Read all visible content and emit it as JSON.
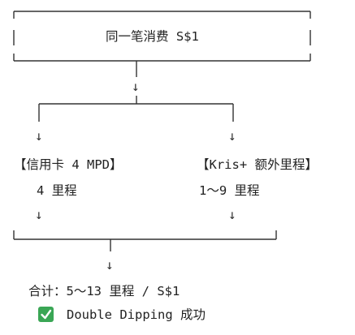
{
  "diagram": {
    "top_box_label": "同一笔消费 S$1",
    "left_title": "【信用卡 4 MPD】",
    "left_value": "4 里程",
    "right_title": "【Kris+ 额外里程】",
    "right_value": "1～9 里程",
    "total": "合计：5～13 里程 / S$1",
    "result": "Double Dipping 成功",
    "arrow_glyph": "↓",
    "check_icon_color": "#3aa655"
  }
}
